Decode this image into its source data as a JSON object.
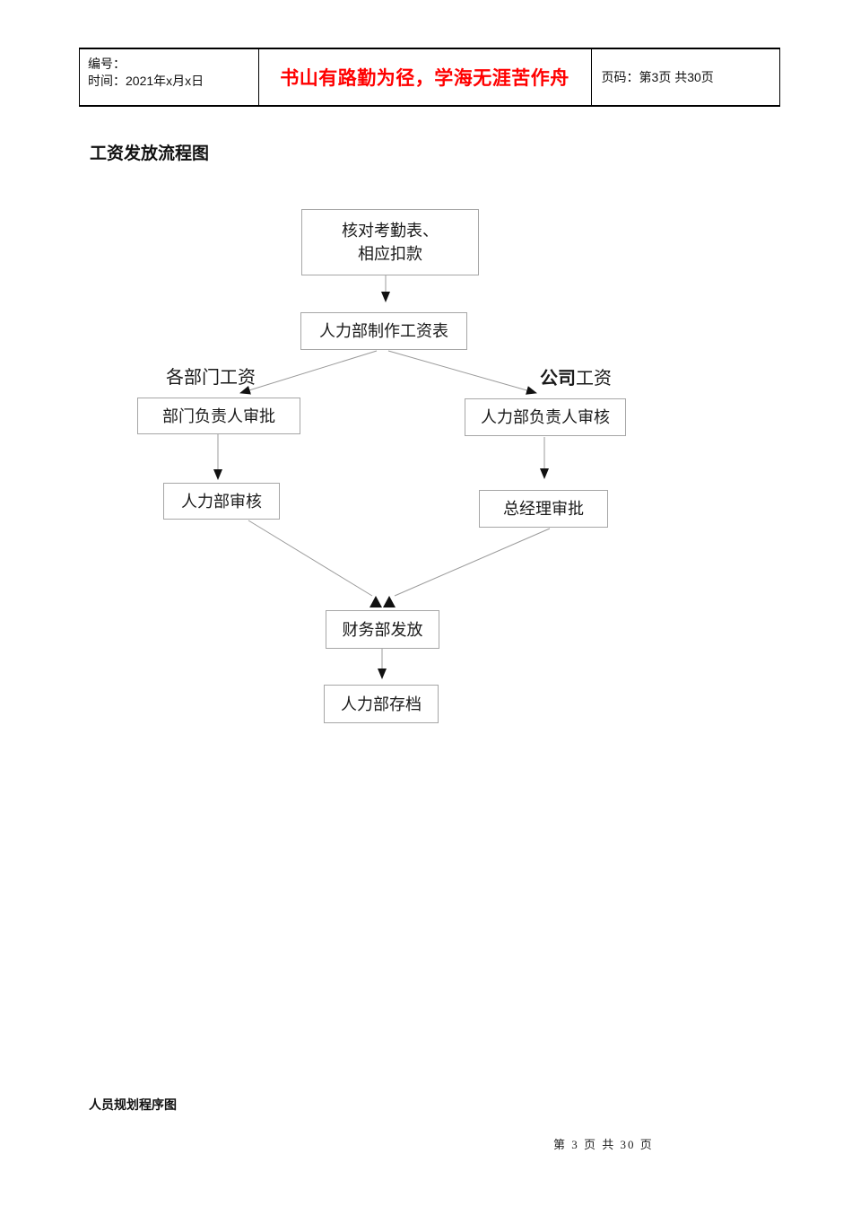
{
  "header": {
    "cell1": {
      "line1": "编号：",
      "line2": "时间：2021年x月x日"
    },
    "motto": "书山有路勤为径，学海无涯苦作舟",
    "page_cell": "页码：第3页 共30页"
  },
  "titles": {
    "salary_flow": "工资发放流程图",
    "staff_planning": "人员规划程序图"
  },
  "flowchart": {
    "nodes": [
      {
        "id": "check-attendance",
        "line1": "核对考勤表、",
        "line2": "相应扣款"
      },
      {
        "id": "hr-make-payroll",
        "label": "人力部制作工资表"
      },
      {
        "id": "dept-head-approval",
        "label": "部门负责人审批"
      },
      {
        "id": "hr-head-review",
        "label": "人力部负责人审核"
      },
      {
        "id": "hr-review",
        "label": "人力部审核"
      },
      {
        "id": "gm-approval",
        "label": "总经理审批"
      },
      {
        "id": "finance-distribute",
        "label": "财务部发放"
      },
      {
        "id": "hr-archive",
        "label": "人力部存档"
      }
    ],
    "branch_labels": {
      "left": "各部门工资",
      "right_bold": "公司",
      "right_normal": "工资"
    }
  },
  "footer": {
    "page_text": "第 3 页 共 30 页"
  },
  "colors": {
    "motto_red": "#FF0000",
    "box_border": "#A6A6A6",
    "connector_gray": "#999999",
    "arrow_black": "#111111"
  }
}
